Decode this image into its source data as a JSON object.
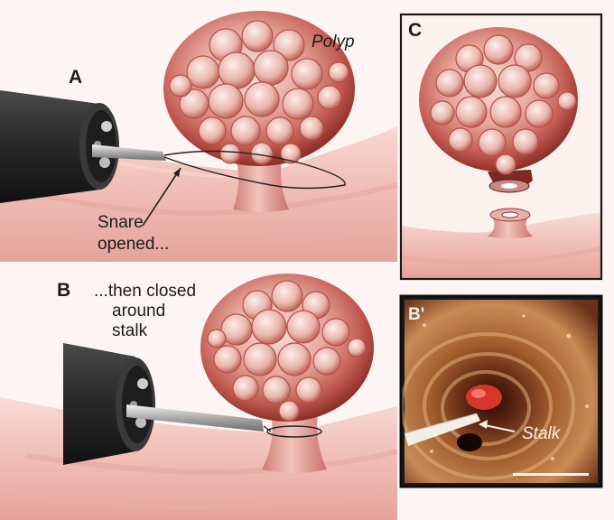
{
  "labels": {
    "panel_a": "A",
    "panel_b": "B",
    "panel_c": "C",
    "panel_b_prime": "B'",
    "polyp": "Polyp",
    "snare_opened_line1": "Snare",
    "snare_opened_line2": "opened...",
    "closed_line1": "...then closed",
    "closed_line2": "around",
    "closed_line3": "stalk",
    "stalk": "Stalk"
  },
  "colors": {
    "tissue": "#f3c6c1",
    "tissue_dark": "#d9948c",
    "polyp_cell": "#e8a99f",
    "polyp_dark": "#a8413a",
    "endoscope": "#2b2b2b",
    "endoscopic_photo": "#7a3a1e"
  }
}
